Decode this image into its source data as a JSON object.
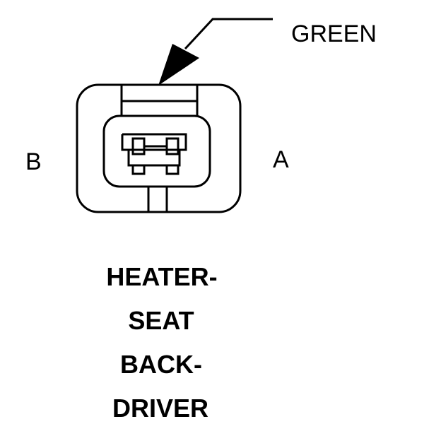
{
  "color_label": "GREEN",
  "pin_labels": {
    "left": "B",
    "right": "A"
  },
  "title_lines": [
    "HEATER-",
    "SEAT",
    "BACK-",
    "DRIVER"
  ]
}
